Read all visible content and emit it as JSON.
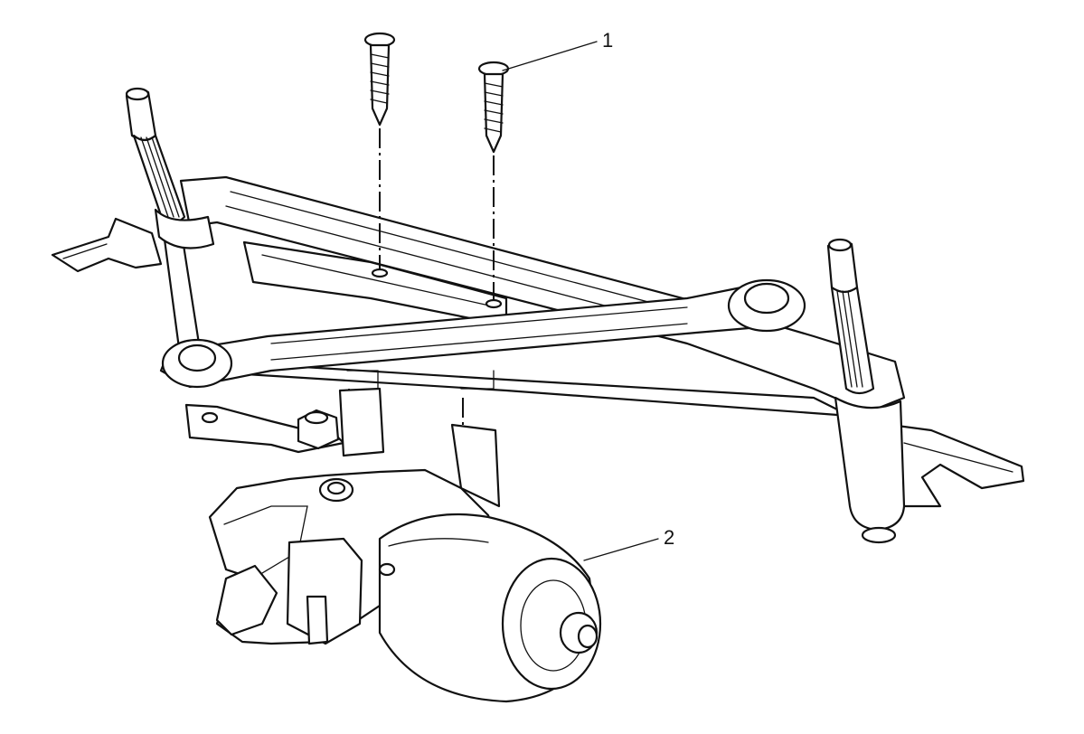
{
  "callouts": [
    {
      "id": "1",
      "text": "1"
    },
    {
      "id": "2",
      "text": "2"
    }
  ],
  "colors": {
    "line": "#111111",
    "background": "#ffffff"
  }
}
